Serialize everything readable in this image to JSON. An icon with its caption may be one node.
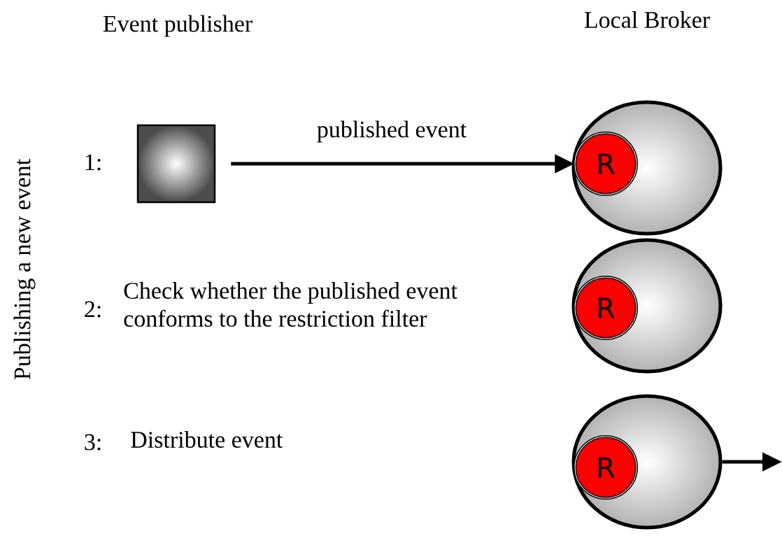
{
  "diagram": {
    "nodes": [
      {
        "text": [],
        "shape": "box"
      },
      {
        "text": [],
        "shape": "circle"
      },
      {
        "text": [
          "R"
        ],
        "in": 1
      },
      {
        "text": [],
        "shape": "circle"
      },
      {
        "text": [
          "R"
        ],
        "in": 3
      },
      {
        "text": [],
        "shape": "circle"
      },
      {
        "text": [
          "R"
        ],
        "in": 5
      }
    ],
    "edges": [
      {
        "from": 0,
        "to": 2,
        "arrow": "to",
        "label": "published event"
      },
      {
        "from": 5,
        "to": null,
        "arrow": "to"
      }
    ],
    "labels": [
      "Event publisher",
      "Local Broker",
      "Publishing a new event",
      "1:",
      "2:",
      "Check whether the published event conforms to the restriction filter",
      "3:",
      "Distribute event"
    ]
  }
}
